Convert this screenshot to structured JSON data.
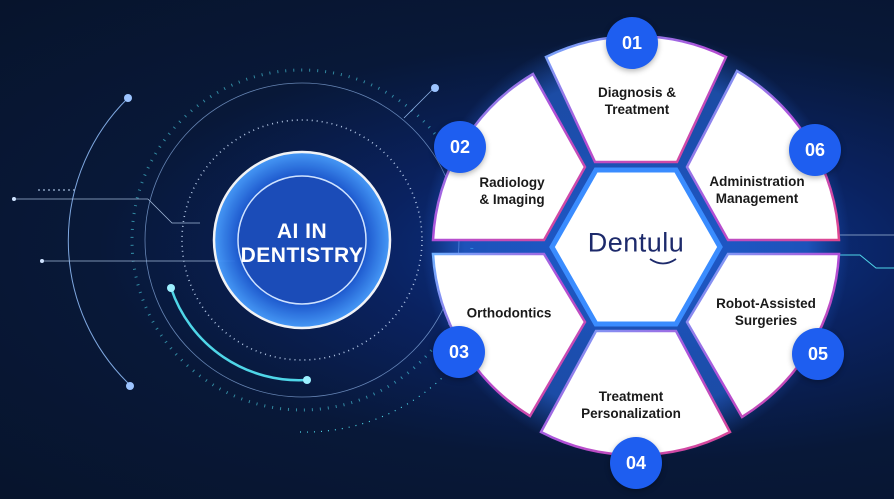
{
  "hub": {
    "title_line1": "AI IN",
    "title_line2": "DENTISTRY"
  },
  "center": {
    "brand": "Dentulu",
    "icon": "smile-arc-icon"
  },
  "segments": [
    {
      "number": "01",
      "label_line1": "Diagnosis &",
      "label_line2": "Treatment"
    },
    {
      "number": "02",
      "label_line1": "Radiology",
      "label_line2": "& Imaging"
    },
    {
      "number": "03",
      "label_line1": "Orthodontics",
      "label_line2": ""
    },
    {
      "number": "04",
      "label_line1": "Treatment",
      "label_line2": "Personalization"
    },
    {
      "number": "05",
      "label_line1": "Robot-Assisted",
      "label_line2": "Surgeries"
    },
    {
      "number": "06",
      "label_line1": "Administration",
      "label_line2": "Management"
    }
  ],
  "colors": {
    "background": "#07142c",
    "badge": "#1e5ef0",
    "accent_glow": "#3a8cff",
    "edge_pink": "#e0468e",
    "brand_text": "#1d2a6b",
    "cyan": "#4fd6e8"
  }
}
